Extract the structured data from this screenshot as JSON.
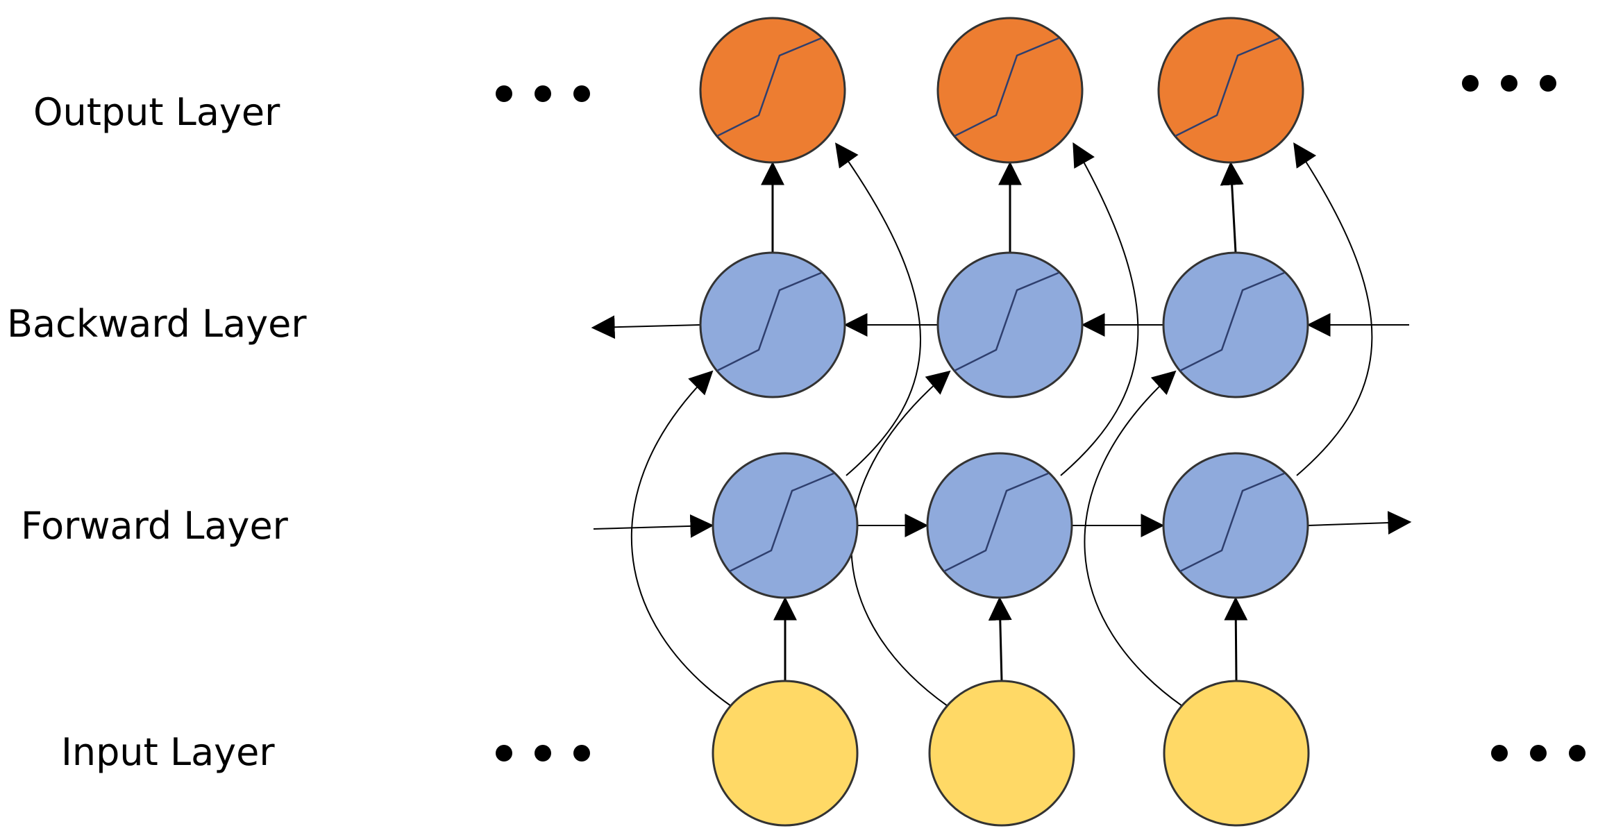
{
  "labels": {
    "output": "Output Layer",
    "backward": "Backward Layer",
    "forward": "Forward Layer",
    "input": "Input Layer"
  },
  "colors": {
    "output_node": "#ed7d31",
    "hidden_node": "#8faadc",
    "input_node": "#ffd966",
    "stroke": "#333333",
    "activation_curve": "#2f3f6e",
    "arrow": "#000000"
  },
  "continuation_marker": "ellipsis-dots"
}
